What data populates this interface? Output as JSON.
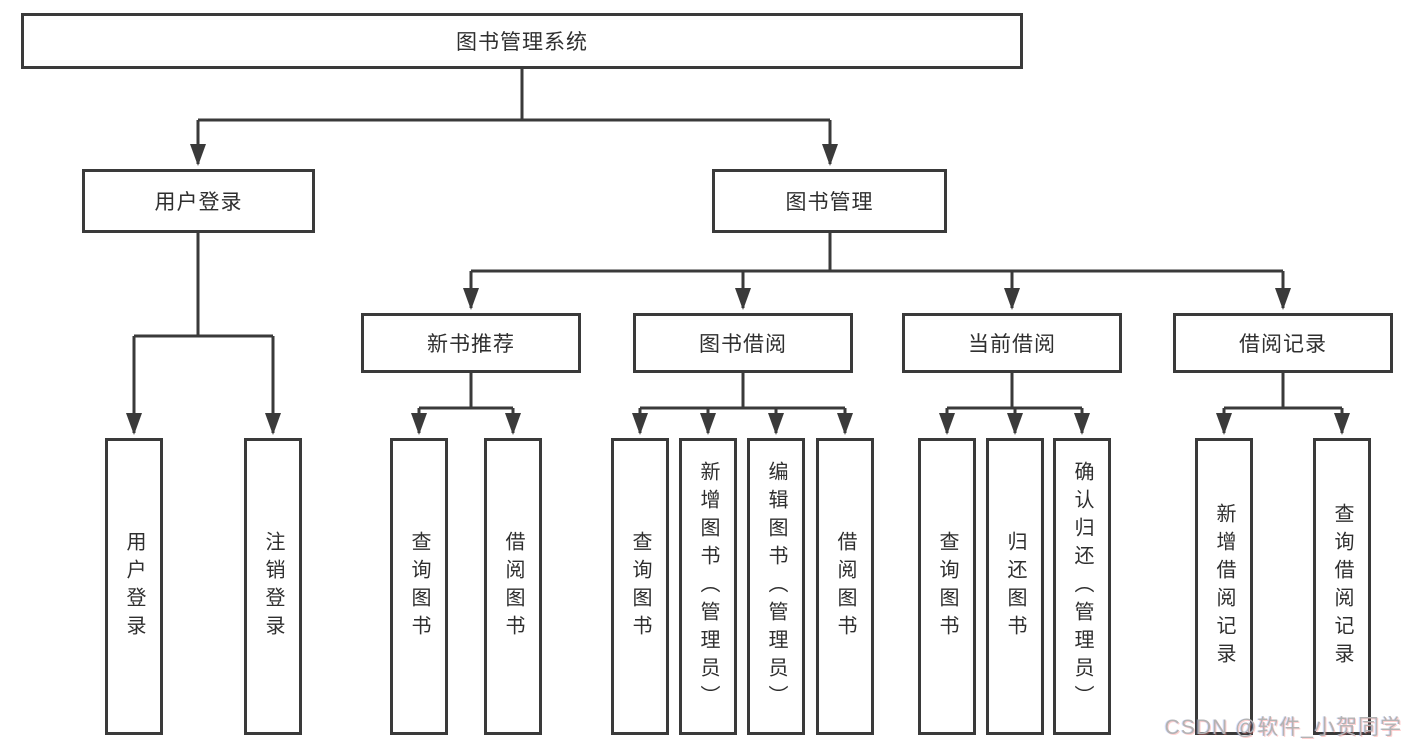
{
  "diagram": {
    "type": "hierarchy-tree",
    "root": {
      "label": "图书管理系统"
    },
    "branches": [
      {
        "label": "用户登录",
        "children": [
          {
            "label": "用户登录"
          },
          {
            "label": "注销登录"
          }
        ]
      },
      {
        "label": "图书管理",
        "children": [
          {
            "label": "新书推荐",
            "children": [
              {
                "label": "查询图书"
              },
              {
                "label": "借阅图书"
              }
            ]
          },
          {
            "label": "图书借阅",
            "children": [
              {
                "label": "查询图书"
              },
              {
                "label": "新增图书（管理员）"
              },
              {
                "label": "编辑图书（管理员）"
              },
              {
                "label": "借阅图书"
              }
            ]
          },
          {
            "label": "当前借阅",
            "children": [
              {
                "label": "查询图书"
              },
              {
                "label": "归还图书"
              },
              {
                "label": "确认归还（管理员）"
              }
            ]
          },
          {
            "label": "借阅记录",
            "children": [
              {
                "label": "新增借阅记录"
              },
              {
                "label": "查询借阅记录"
              }
            ]
          }
        ]
      }
    ],
    "colors": {
      "line": "#3a3a3a",
      "text": "#2f2f2f",
      "box_background": "#ffffff",
      "watermark": "#b3b3b3"
    },
    "watermark": {
      "text": "CSDN @软件_小贺同学"
    }
  }
}
